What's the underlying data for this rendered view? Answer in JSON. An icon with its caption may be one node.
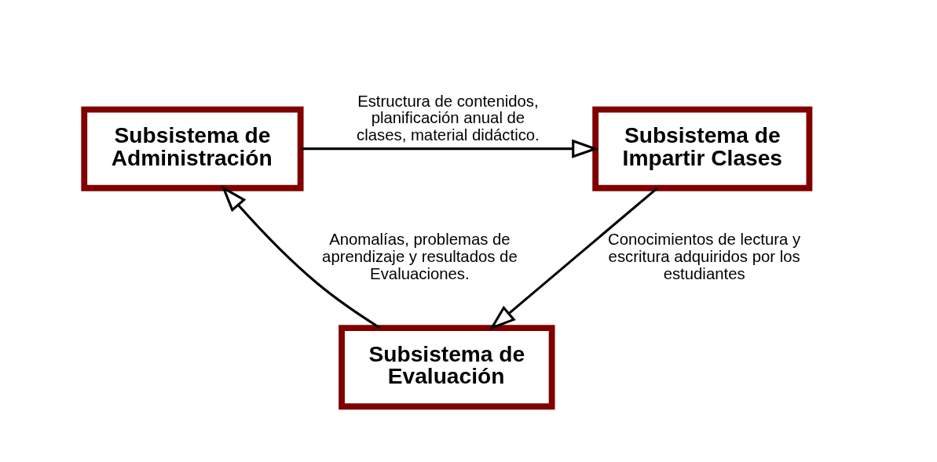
{
  "diagram": {
    "nodes": [
      {
        "text": [
          "Subsistema de Administración"
        ]
      },
      {
        "text": [
          "Subsistema de Impartir Clases"
        ]
      },
      {
        "text": [
          "Subsistema de Evaluación"
        ]
      }
    ],
    "edges": [
      {
        "from": 0,
        "to": 1,
        "arrow": "to",
        "label": "Estructura de contenidos, planificación anual de clases, material didáctico."
      },
      {
        "from": 1,
        "to": 2,
        "arrow": "to",
        "label": "Conocimientos de lectura y escritura adquiridos por los estudiantes"
      },
      {
        "from": 2,
        "to": 0,
        "arrow": "to",
        "label": "Anomalías, problemas de aprendizaje y resultados de Evaluaciones."
      }
    ]
  }
}
